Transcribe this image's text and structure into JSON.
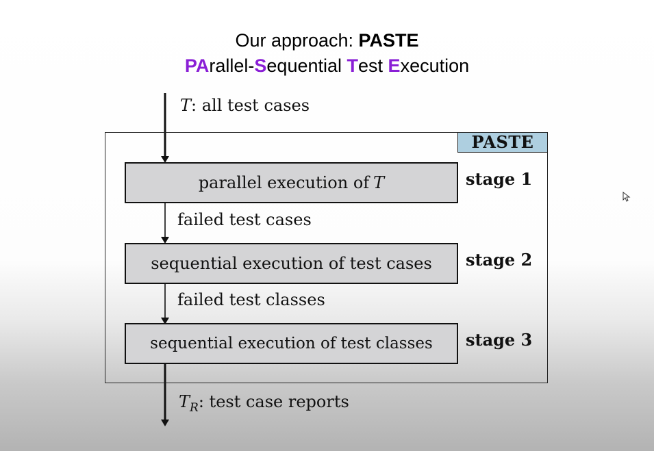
{
  "title": {
    "prefix": "Our approach: ",
    "name": "PASTE"
  },
  "subtitle": [
    {
      "text": "PA",
      "highlight": true
    },
    {
      "text": "rallel-",
      "highlight": false
    },
    {
      "text": "S",
      "highlight": true
    },
    {
      "text": "equential ",
      "highlight": false
    },
    {
      "text": "T",
      "highlight": true
    },
    {
      "text": "est ",
      "highlight": false
    },
    {
      "text": "E",
      "highlight": true
    },
    {
      "text": "xecution",
      "highlight": false
    }
  ],
  "colors": {
    "highlight": "#8a1fd6",
    "stage_box_fill": "#d4d4d6",
    "tag_fill": "#aecfe0"
  },
  "diagram": {
    "input": {
      "symbol": "T",
      "text": ": all test cases"
    },
    "tag": "PASTE",
    "stages": [
      {
        "box_text": "parallel execution of ",
        "box_symbol": "T",
        "label": "stage 1"
      },
      {
        "box_text": "sequential execution of test cases",
        "box_symbol": "",
        "label": "stage 2"
      },
      {
        "box_text": "sequential execution of test classes",
        "box_symbol": "",
        "label": "stage 3"
      }
    ],
    "edges": [
      {
        "text": "failed test cases"
      },
      {
        "text": "failed test classes"
      }
    ],
    "output": {
      "symbol": "T",
      "subscript": "R",
      "text": ": test case reports"
    }
  }
}
